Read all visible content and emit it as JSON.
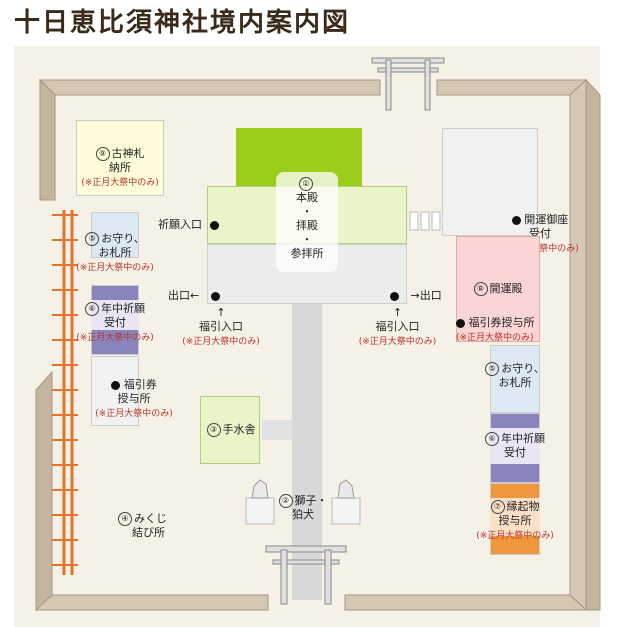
{
  "title": "十日恵比須神社境内案内図",
  "colors": {
    "wall": "#d4c7b4",
    "wall_edge": "#a89880",
    "honden": "#9bcc1b",
    "haiden": "#eaf4c9",
    "sando": "#d8d8d8",
    "kaiun": "#fbd4d4",
    "omamori": "#dde8f5",
    "kigan": "#8a84bd",
    "engimono": "#f0963c",
    "kofuda": "#fefcd8",
    "fence": "#e6732a",
    "note": "#b8342a"
  },
  "places": [
    {
      "id": "1",
      "mark": "①",
      "name_lines": [
        "本殿",
        "・",
        "拝殿",
        "・",
        "参拝所"
      ]
    },
    {
      "id": "2",
      "mark": "②",
      "name_lines": [
        "獅子・",
        "狛犬"
      ]
    },
    {
      "id": "3",
      "mark": "③",
      "name_lines": [
        "手水舎"
      ]
    },
    {
      "id": "4",
      "mark": "④",
      "name_lines": [
        "みくじ",
        "結び所"
      ]
    },
    {
      "id": "5L",
      "mark": "⑤",
      "name_lines": [
        "お守り、",
        "お札所"
      ],
      "note": "(※正月大祭中のみ)"
    },
    {
      "id": "6L",
      "mark": "⑥",
      "name_lines": [
        "年中祈願",
        "受付"
      ],
      "note": "(※正月大祭中のみ)"
    },
    {
      "id": "7",
      "mark": "⑦",
      "name_lines": [
        "縁起物",
        "授与所"
      ],
      "note": "(※正月大祭中のみ)"
    },
    {
      "id": "8",
      "mark": "⑧",
      "name_lines": [
        "開運殿"
      ]
    },
    {
      "id": "9",
      "mark": "⑨",
      "name_lines": [
        "古神札",
        "納所"
      ],
      "note": "(※正月大祭中のみ)"
    },
    {
      "id": "5R",
      "mark": "⑤",
      "name_lines": [
        "お守り、",
        "お札所"
      ]
    },
    {
      "id": "6R",
      "mark": "⑥",
      "name_lines": [
        "年中祈願",
        "受付"
      ]
    }
  ],
  "points": {
    "kigan_entrance": "祈願入口",
    "exit_left": "出口←",
    "exit_right": "→出口",
    "fukubiki_left": "福引入口",
    "fukubiki_left_note": "(※正月大祭中のみ)",
    "fukubiki_right": "福引入口",
    "fukubiki_right_note": "(※正月大祭中のみ)",
    "kaiun_gozo": [
      "開運御座",
      "受付"
    ],
    "kaiun_gozo_note": "(※正月大祭中のみ)",
    "fukuken_jyuyo": "福引券授与所",
    "fukuken_jyuyo_note": "(※正月大祭中のみ)",
    "fukubikiken_left": [
      "福引券",
      "授与所"
    ],
    "fukubikiken_left_note": "(※正月大祭中のみ)",
    "arrow_up": "↑"
  }
}
